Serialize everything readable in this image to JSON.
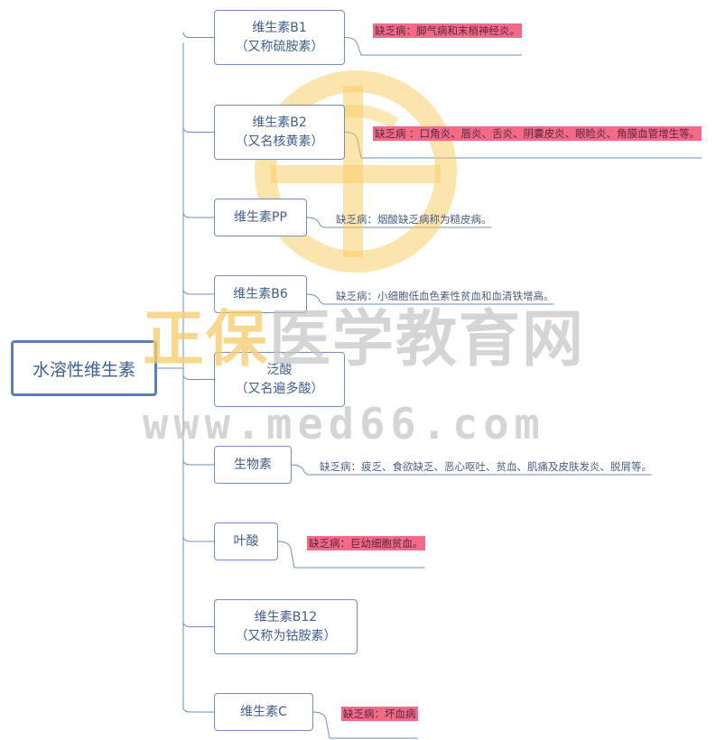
{
  "root": {
    "label": "水溶性维生素"
  },
  "items": [
    {
      "name": "维生素B1",
      "sub": "（又称硫胺素）",
      "note": "缺乏病：脚气病和末梢神经炎。",
      "highlight": true
    },
    {
      "name": "维生素B2",
      "sub": "（又名核黄素）",
      "note": "缺乏病  ：口角炎、唇炎、舌炎、阴囊皮炎、眼睑炎、角膜血管增生等。",
      "highlight": true
    },
    {
      "name": "维生素PP",
      "sub": "",
      "note": "缺乏病：烟酸缺乏病称为糙皮病。",
      "highlight": false
    },
    {
      "name": "维生素B6",
      "sub": "",
      "note": "缺乏病：小细胞低血色素性贫血和血清铁增高。",
      "highlight": false
    },
    {
      "name": "泛酸",
      "sub": "（又名遍多酸）",
      "note": "",
      "highlight": false
    },
    {
      "name": "生物素",
      "sub": "",
      "note": "缺乏病：疲乏、食欲缺乏、恶心呕吐、贫血、肌痛及皮肤发炎、脱屑等。",
      "highlight": false
    },
    {
      "name": "叶酸",
      "sub": "",
      "note": "缺乏病：巨幼细胞贫血。",
      "highlight": true
    },
    {
      "name": "维生素B12",
      "sub": "（又称为钴胺素）",
      "note": "",
      "highlight": false
    },
    {
      "name": "维生素C",
      "sub": "",
      "note": "缺乏病：坏血病",
      "highlight": true
    }
  ],
  "watermark": {
    "brand_a": "正保",
    "brand_b": "医学教育网",
    "url": "www.med66.com",
    "logo_color": "#f7c95a"
  },
  "colors": {
    "line": "#6f8fba",
    "node_border": "#6f8fba",
    "root_border": "#5b7fb0",
    "highlight": "#f26a88"
  }
}
